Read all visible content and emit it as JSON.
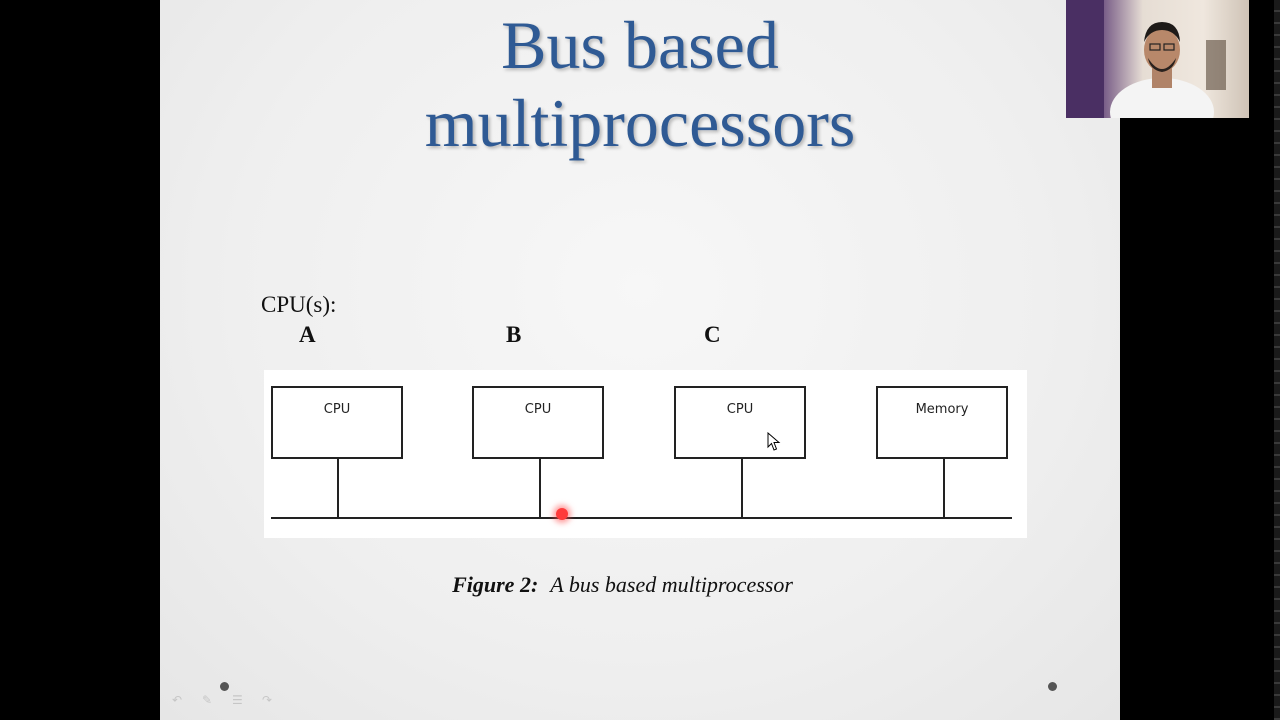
{
  "slide": {
    "title_line1": "Bus based",
    "title_line2": "multiprocessors",
    "cpus_label": "CPU(s):",
    "letters": [
      "A",
      "B",
      "C"
    ],
    "boxes": [
      "CPU",
      "CPU",
      "CPU",
      "Memory"
    ],
    "caption_label": "Figure 2:",
    "caption_text": "A bus based multiprocessor"
  },
  "colors": {
    "title": "#2f5a94",
    "background": "#000000",
    "slide": "#efefef",
    "laser_pointer": "#ff3b3b"
  },
  "icons": {
    "pointer": "laser-pointer-icon",
    "cursor": "mouse-cursor-icon"
  }
}
